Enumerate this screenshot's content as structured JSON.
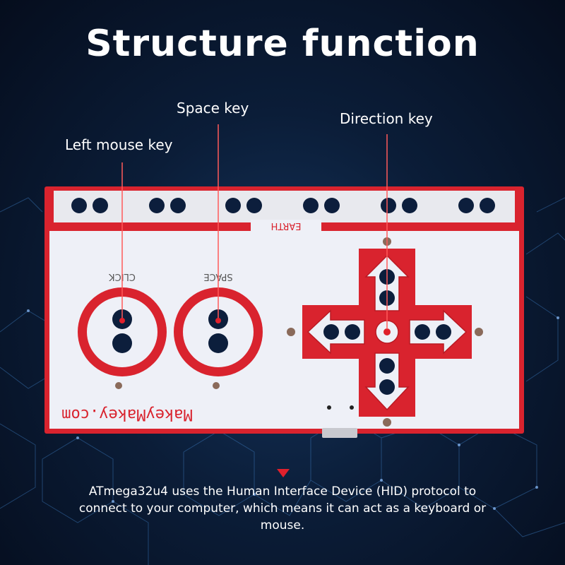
{
  "title": "Structure function",
  "labels": {
    "left_mouse_key": "Left mouse key",
    "space_key": "Space key",
    "direction_key": "Direction key"
  },
  "board": {
    "earth_text": "EARTH",
    "click_text": "CLICK",
    "space_text": "SPACE",
    "brand_text": "MakeyMakey.com"
  },
  "caption": "ATmega32u4 uses the Human Interface Device (HID) protocol to connect to your computer, which means it can act as a keyboard or mouse.",
  "colors": {
    "board_red": "#d9232e",
    "board_white": "#eef0f7",
    "background": "#0b1d38"
  },
  "icons": [
    "arrow-up-icon",
    "arrow-down-icon",
    "arrow-left-icon",
    "arrow-right-icon",
    "down-triangle-icon"
  ]
}
